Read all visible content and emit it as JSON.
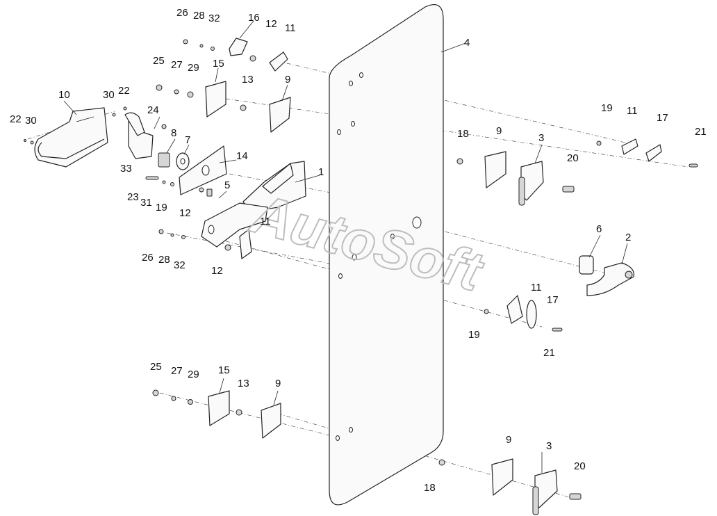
{
  "watermark": "AutoSoft",
  "callouts": {
    "c1": "1",
    "c2": "2",
    "c3a": "3",
    "c3b": "3",
    "c4": "4",
    "c5": "5",
    "c6": "6",
    "c7": "7",
    "c8": "8",
    "c9a": "9",
    "c9b": "9",
    "c9c": "9",
    "c9d": "9",
    "c10": "10",
    "c11a": "11",
    "c11b": "11",
    "c11c": "11",
    "c11d": "11",
    "c12a": "12",
    "c12b": "12",
    "c12c": "12",
    "c13a": "13",
    "c13b": "13",
    "c14": "14",
    "c15a": "15",
    "c15b": "15",
    "c16": "16",
    "c17a": "17",
    "c17b": "17",
    "c18a": "18",
    "c18b": "18",
    "c19a": "19",
    "c19b": "19",
    "c19c": "19",
    "c20a": "20",
    "c20b": "20",
    "c21a": "21",
    "c21b": "21",
    "c22a": "22",
    "c22b": "22",
    "c23": "23",
    "c24": "24",
    "c25a": "25",
    "c25b": "25",
    "c26a": "26",
    "c26b": "26",
    "c27a": "27",
    "c27b": "27",
    "c28a": "28",
    "c28b": "28",
    "c29a": "29",
    "c29b": "29",
    "c30a": "30",
    "c30b": "30",
    "c31": "31",
    "c32a": "32",
    "c32b": "32",
    "c33": "33"
  },
  "colors": {
    "line": "#222222",
    "watermark": "#bdbdbd",
    "background": "#ffffff"
  }
}
